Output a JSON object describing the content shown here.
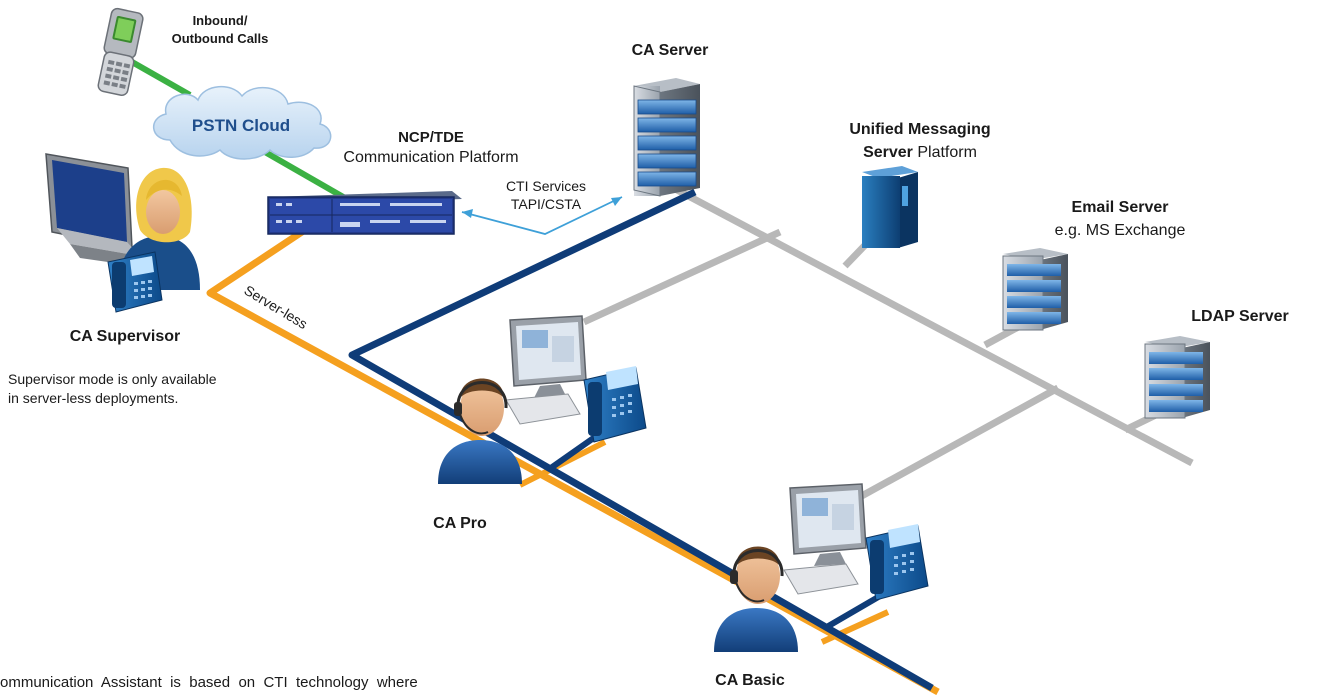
{
  "labels": {
    "calls_line1": "Inbound/",
    "calls_line2": "Outbound Calls",
    "pstn": "PSTN Cloud",
    "ncp_title": "NCP/TDE",
    "ncp_sub": "Communication Platform",
    "cti_line1": "CTI Services",
    "cti_line2": "TAPI/CSTA",
    "ca_server": "CA Server",
    "um_line1": "Unified Messaging",
    "um_line2_bold": "Server",
    "um_line2_rest": " Platform",
    "email_title": "Email Server",
    "email_sub": "e.g. MS Exchange",
    "ldap": "LDAP Server",
    "serverless": "Server-less",
    "ca_supervisor": "CA Supervisor",
    "sup_note1": "Supervisor mode is only available",
    "sup_note2": "in server-less deployments.",
    "ca_pro": "CA Pro",
    "ca_basic": "CA Basic",
    "footer": "ommunication  Assistant  is  based  on  CTI  technology  where"
  },
  "colors": {
    "green": "#3bb143",
    "orange": "#f5a01f",
    "navy": "#0f3c78",
    "gray": "#b8b8b8",
    "cti_arrow": "#3ea0d8",
    "server_blue": "#3577b8"
  },
  "icons": [
    "mobile-phone-icon",
    "cloud-icon",
    "pbx-rack-icon",
    "server-tower-icon",
    "laptop-icon",
    "desk-phone-icon",
    "monitor-icon",
    "keyboard-icon",
    "person-icon",
    "headset-icon"
  ]
}
